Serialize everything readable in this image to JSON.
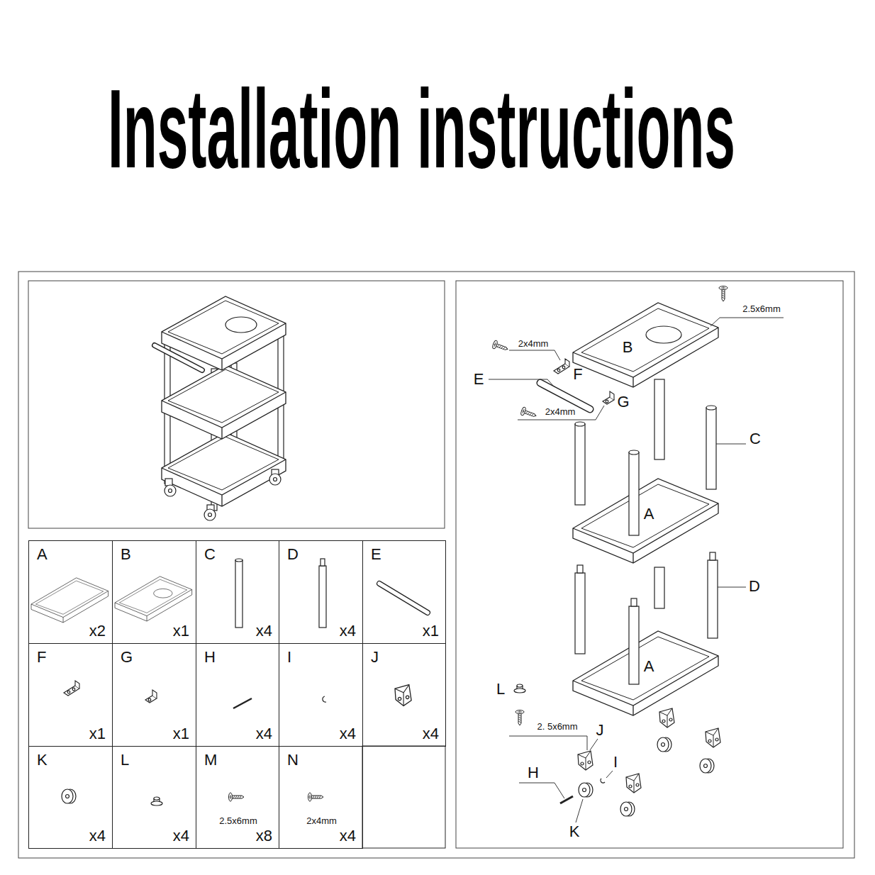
{
  "diagram": {
    "title": "Installation instructions",
    "nodes": [
      {
        "text": [
          "A",
          "x2"
        ]
      },
      {
        "text": [
          "B",
          "x1"
        ]
      },
      {
        "text": [
          "C",
          "x4"
        ]
      },
      {
        "text": [
          "D",
          "x4"
        ]
      },
      {
        "text": [
          "E",
          "x1"
        ]
      },
      {
        "text": [
          "F",
          "x1"
        ]
      },
      {
        "text": [
          "G",
          "x1"
        ]
      },
      {
        "text": [
          "H",
          "x4"
        ]
      },
      {
        "text": [
          "I",
          "x4"
        ]
      },
      {
        "text": [
          "J",
          "x4"
        ]
      },
      {
        "text": [
          "K",
          "x4"
        ]
      },
      {
        "text": [
          "L",
          "x4"
        ]
      },
      {
        "text": [
          "M",
          "2.5x6mm",
          "x8"
        ]
      },
      {
        "text": [
          "N",
          "2x4mm",
          "x4"
        ]
      }
    ],
    "labels": [
      "2.5x6mm",
      "2x4mm",
      "B",
      "F",
      "E",
      "2x4mm",
      "G",
      "C",
      "A",
      "D",
      "A",
      "L",
      "2. 5x6mm",
      "J",
      "I",
      "H",
      "K"
    ]
  }
}
